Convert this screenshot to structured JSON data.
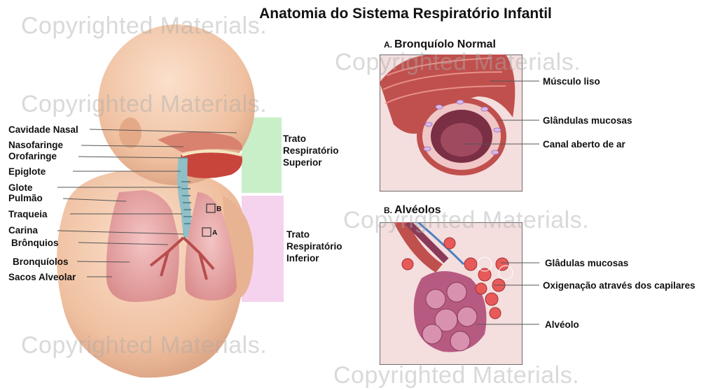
{
  "title": "Anatomia do Sistema Respiratório Infantil",
  "watermark": "Copyrighted Materials.",
  "left_labels": {
    "cavidade_nasal": "Cavidade Nasal",
    "nasofaringe": "Nasofaringe",
    "orofaringe": "Orofaringe",
    "epiglote": "Epiglote",
    "glote": "Glote",
    "pulmao": "Pulmão",
    "traqueia": "Traqueia",
    "carina": "Carina",
    "bronquios": "Brônquios",
    "bronquiolos": "Bronquíolos",
    "sacos_alveolar": "Sacos Alveolar"
  },
  "regions": {
    "superior": [
      "Trato",
      "Respiratório",
      "Superior"
    ],
    "inferior": [
      "Trato",
      "Respiratório",
      "Inferior"
    ]
  },
  "markers": {
    "a": "A",
    "b": "B"
  },
  "panel_a": {
    "letter": "A.",
    "title": "Bronquíolo Normal",
    "labels": {
      "musculo": "Músculo liso",
      "glandulas": "Glândulas mucosas",
      "canal": "Canal aberto de ar"
    }
  },
  "panel_b": {
    "letter": "B.",
    "title": "Alvéolos",
    "labels": {
      "gladulas": "Glâdulas mucosas",
      "oxigenacao": "Oxigenação através dos capilares",
      "alveolo": "Alvéolo"
    }
  },
  "colors": {
    "upper_tract": "#c8efc8",
    "lower_tract": "#f5d3ef",
    "skin": "#f2c7a8",
    "lung": "#e9a5a5",
    "muscle": "#c0504d",
    "panel_bg": "#f4dede"
  }
}
